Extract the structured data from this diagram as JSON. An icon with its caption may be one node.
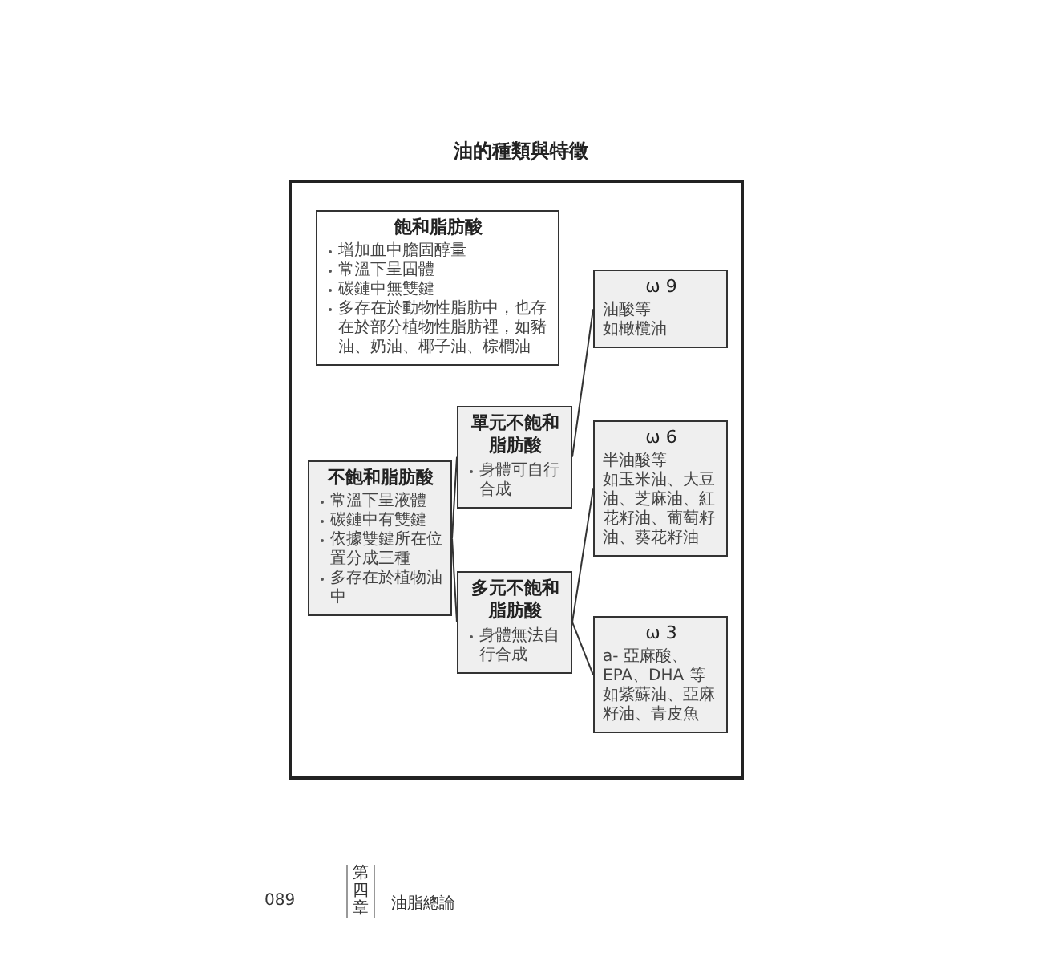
{
  "diagram": {
    "title": "油的種類與特徵",
    "nodes": [
      {
        "text": [
          "飽和脂肪酸",
          "增加血中膽固醇量",
          "常溫下呈固體",
          "碳鏈中無雙鍵",
          "多存在於動物性脂肪中，也存在於部分植物性脂肪裡，如豬油、奶油、椰子油、棕櫚油"
        ]
      },
      {
        "text": [
          "不飽和脂肪酸",
          "常溫下呈液體",
          "碳鏈中有雙鍵",
          "依據雙鍵所在位置分成三種",
          "多存在於植物油中"
        ]
      },
      {
        "text": [
          "單元不飽和脂肪酸",
          "身體可自行合成"
        ]
      },
      {
        "text": [
          "多元不飽和脂肪酸",
          "身體無法自行合成"
        ]
      },
      {
        "text": [
          "ω 9",
          "油酸等",
          "如橄欖油"
        ]
      },
      {
        "text": [
          "ω 6",
          "半油酸等",
          "如玉米油、大豆油、芝麻油、紅花籽油、葡萄籽油、葵花籽油"
        ]
      },
      {
        "text": [
          "ω 3",
          "a- 亞麻酸、EPA、DHA 等",
          "如紫蘇油、亞麻籽油、青皮魚"
        ]
      }
    ],
    "edges": [
      {
        "from": 1,
        "to": 2,
        "arrow": "none"
      },
      {
        "from": 1,
        "to": 3,
        "arrow": "none"
      },
      {
        "from": 2,
        "to": 4,
        "arrow": "none"
      },
      {
        "from": 3,
        "to": 5,
        "arrow": "none"
      },
      {
        "from": 3,
        "to": 6,
        "arrow": "none"
      }
    ],
    "labels": [
      "089",
      "第四章",
      "油脂總論"
    ]
  }
}
